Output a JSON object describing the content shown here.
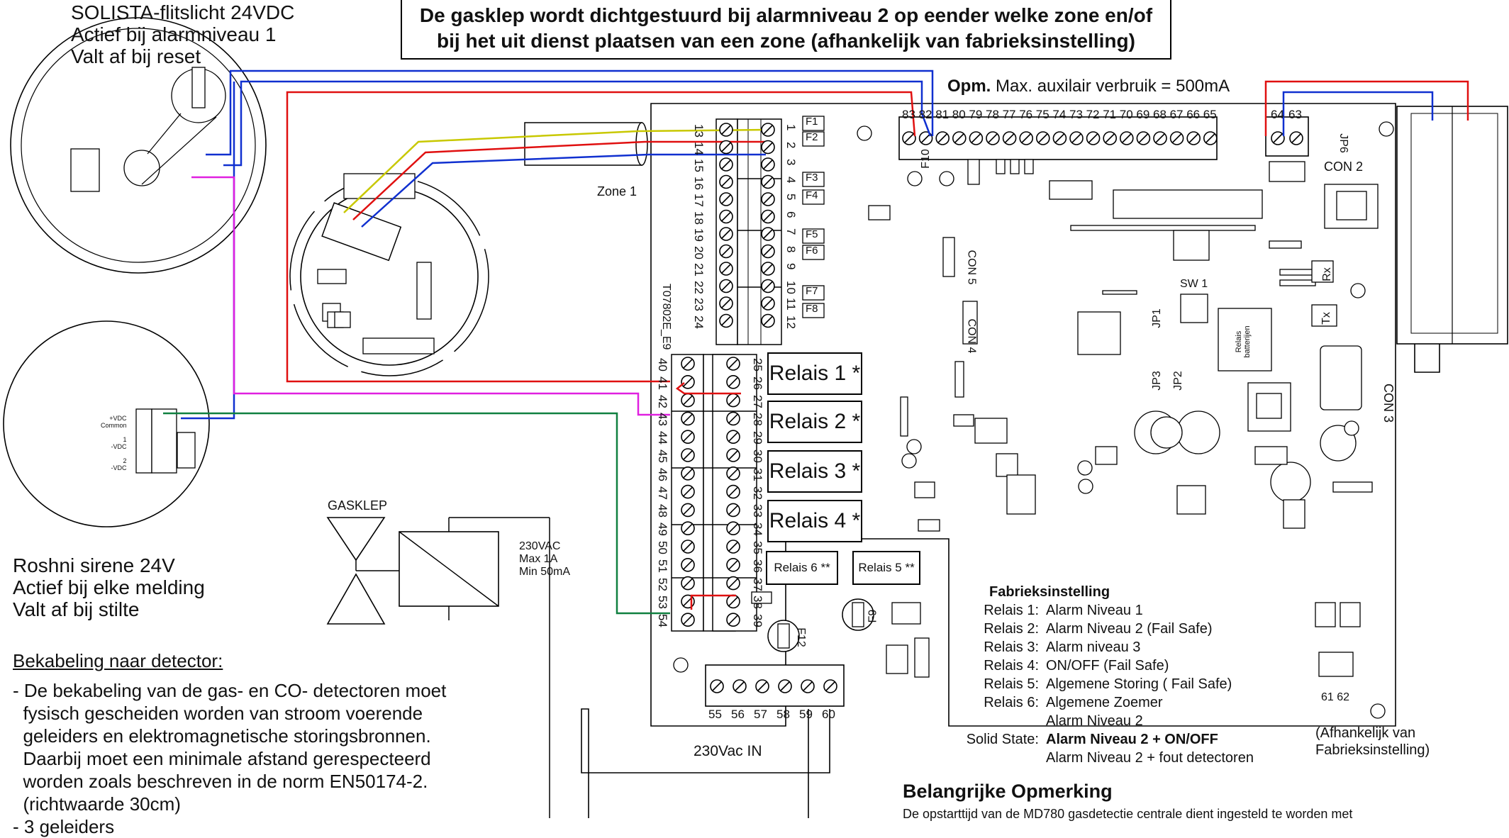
{
  "banner": {
    "line1": "De gasklep wordt dichtgestuurd bij alarmniveau 2 op eender welke zone en/of",
    "line2": "bij het uit dienst plaatsen van een zone (afhankelijk van fabrieksinstelling)"
  },
  "flash": {
    "line1": "SOLISTA-flitslicht 24VDC",
    "line2": "Actief bij alarmniveau 1",
    "line3": "Valt af bij reset"
  },
  "siren": {
    "line1": "Roshni sirene 24V",
    "line2": "Actief bij elke melding",
    "line3": "Valt af bij stilte"
  },
  "siren_terminals": [
    "+VDC",
    "Common",
    "1",
    "-VDC",
    "2",
    "-VDC"
  ],
  "aux_note": {
    "bold": "Opm.",
    "text": "Max. auxilair verbruik = 500mA"
  },
  "board": {
    "model": "T07802E_E9",
    "zone_label": "Zone 1",
    "top_terminals": [
      "83",
      "82",
      "81",
      "80",
      "79",
      "78",
      "77",
      "76",
      "75",
      "74",
      "73",
      "72",
      "71",
      "70",
      "69",
      "68",
      "67",
      "66",
      "65"
    ],
    "right_terminals": [
      "64",
      "63"
    ],
    "left_upper_terminals": [
      "13",
      "14",
      "15",
      "16",
      "17",
      "18",
      "19",
      "20",
      "21",
      "22",
      "23",
      "24"
    ],
    "left_upper_terminals_b": [
      "1",
      "2",
      "3",
      "4",
      "5",
      "6",
      "7",
      "8",
      "9",
      "10",
      "11",
      "12"
    ],
    "relay_terminals_left": [
      "40",
      "41",
      "42",
      "43",
      "44",
      "45",
      "46",
      "47",
      "48",
      "49",
      "50",
      "51",
      "52",
      "53",
      "54"
    ],
    "relay_terminals_right": [
      "25",
      "26",
      "27",
      "28",
      "29",
      "30",
      "31",
      "32",
      "33",
      "34",
      "35",
      "36",
      "37",
      "38",
      "39"
    ],
    "bottom_terminals": [
      "55",
      "56",
      "57",
      "58",
      "59",
      "60"
    ],
    "power_in": "230Vac IN",
    "fuses": [
      "F1",
      "F2",
      "F3",
      "F4",
      "F5",
      "F6",
      "F7",
      "F8"
    ],
    "fuse_f10": "F10",
    "fuse_f12": "F12",
    "fuse_f9": "F9",
    "con2": "CON 2",
    "con3": "CON 3",
    "con4": "CON 4",
    "con5": "CON 5",
    "jp6": "JP6",
    "jp1": "JP1",
    "jp2": "JP2",
    "jp3": "JP3",
    "sw1": "SW 1",
    "rx": "Rx",
    "tx": "Tx",
    "battery_relay": "Relais batterijen",
    "bottom_right": "61 62",
    "relays": [
      "Relais 1 *",
      "Relais 2 *",
      "Relais 3 *",
      "Relais 4 *"
    ],
    "relay6": "Relais 6 **",
    "relay5": "Relais 5 **"
  },
  "valve": {
    "label": "GASKLEP",
    "spec1": "230VAC",
    "spec2": "Max 1A",
    "spec3": "Min 50mA"
  },
  "factory": {
    "title": "Fabrieksinstelling",
    "rows": [
      {
        "key": "Relais 1:",
        "value": "Alarm Niveau 1"
      },
      {
        "key": "Relais 2:",
        "value": "Alarm Niveau 2 (Fail Safe)"
      },
      {
        "key": "Relais 3:",
        "value": "Alarm niveau 3"
      },
      {
        "key": "Relais 4:",
        "value": "ON/OFF (Fail Safe)"
      },
      {
        "key": "Relais 5:",
        "value": "Algemene Storing ( Fail Safe)"
      },
      {
        "key": "Relais 6:",
        "value": "Algemene Zoemer"
      },
      {
        "key": "",
        "value": "Alarm Niveau 2"
      }
    ],
    "solid_state_key": "Solid State:",
    "solid_state_bold": "Alarm Niveau 2 + ON/OFF",
    "solid_state_2": "Alarm Niveau 2 + fout detectoren",
    "note1": "(Afhankelijk van",
    "note2": "Fabrieksinstelling)"
  },
  "important": {
    "title": "Belangrijke Opmerking",
    "text": "De opstarttijd van de MD780 gasdetectie centrale dient ingesteld te worden met"
  },
  "cabling": {
    "heading": "Bekabeling naar detector:",
    "lines": [
      "- De bekabeling van de gas- en CO- detectoren moet",
      "  fysisch gescheiden worden van stroom voerende",
      "  geleiders en elektromagnetische storingsbronnen.",
      "  Daarbij moet een minimale afstand gerespecteerd",
      "  worden zoals beschreven in de norm EN50174-2.",
      "  (richtwaarde 30cm)",
      "- 3 geleiders"
    ]
  },
  "colors": {
    "red": "#e01010",
    "blue": "#1030d0",
    "magenta": "#e020e0",
    "green": "#108040",
    "yellow": "#c8c800"
  }
}
